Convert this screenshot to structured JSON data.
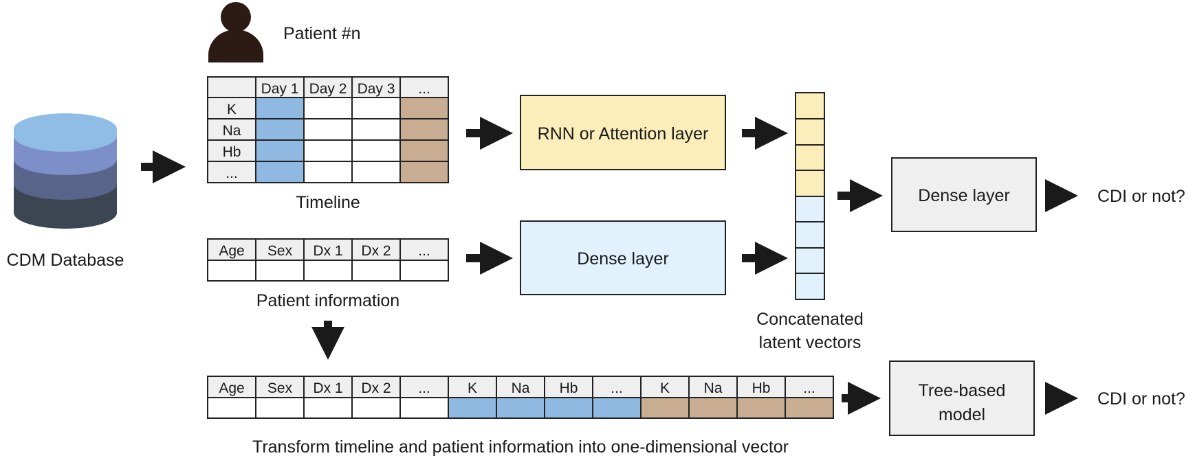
{
  "database": {
    "label": "CDM Database"
  },
  "patient": {
    "label": "Patient #n"
  },
  "timeline_table": {
    "columns": [
      "",
      "Day 1",
      "Day 2",
      "Day 3",
      "..."
    ],
    "rows": [
      "K",
      "Na",
      "Hb",
      "..."
    ],
    "caption": "Timeline"
  },
  "info_table": {
    "columns": [
      "Age",
      "Sex",
      "Dx 1",
      "Dx 2",
      "..."
    ],
    "caption": "Patient information"
  },
  "rnn_box": {
    "label": "RNN or Attention layer"
  },
  "dense_box_lower": {
    "label": "Dense layer"
  },
  "latent": {
    "caption_line1": "Concatenated",
    "caption_line2": "latent vectors"
  },
  "dense_box_final": {
    "label": "Dense layer"
  },
  "flat_vector": {
    "labels": [
      "Age",
      "Sex",
      "Dx 1",
      "Dx 2",
      "...",
      "K",
      "Na",
      "Hb",
      "...",
      "K",
      "Na",
      "Hb",
      "..."
    ],
    "caption": "Transform timeline and patient information into one-dimensional vector"
  },
  "tree_box": {
    "line1": "Tree-based",
    "line2": "model"
  },
  "outputs": {
    "upper": "CDI or not?",
    "lower": "CDI or not?"
  },
  "colors": {
    "day1_blue": "#8fb9e0",
    "last_tan": "#c8ad93",
    "header_gray": "#efefef",
    "rnn_yellow": "#fbeeba",
    "dense_blue": "#e1f2fc",
    "box_gray": "#efefef",
    "db_top": "#8fbde6",
    "db_layer2": "#7c8fc9",
    "db_layer3": "#59648a",
    "db_layer4": "#3b4652",
    "person": "#2c1a14"
  }
}
